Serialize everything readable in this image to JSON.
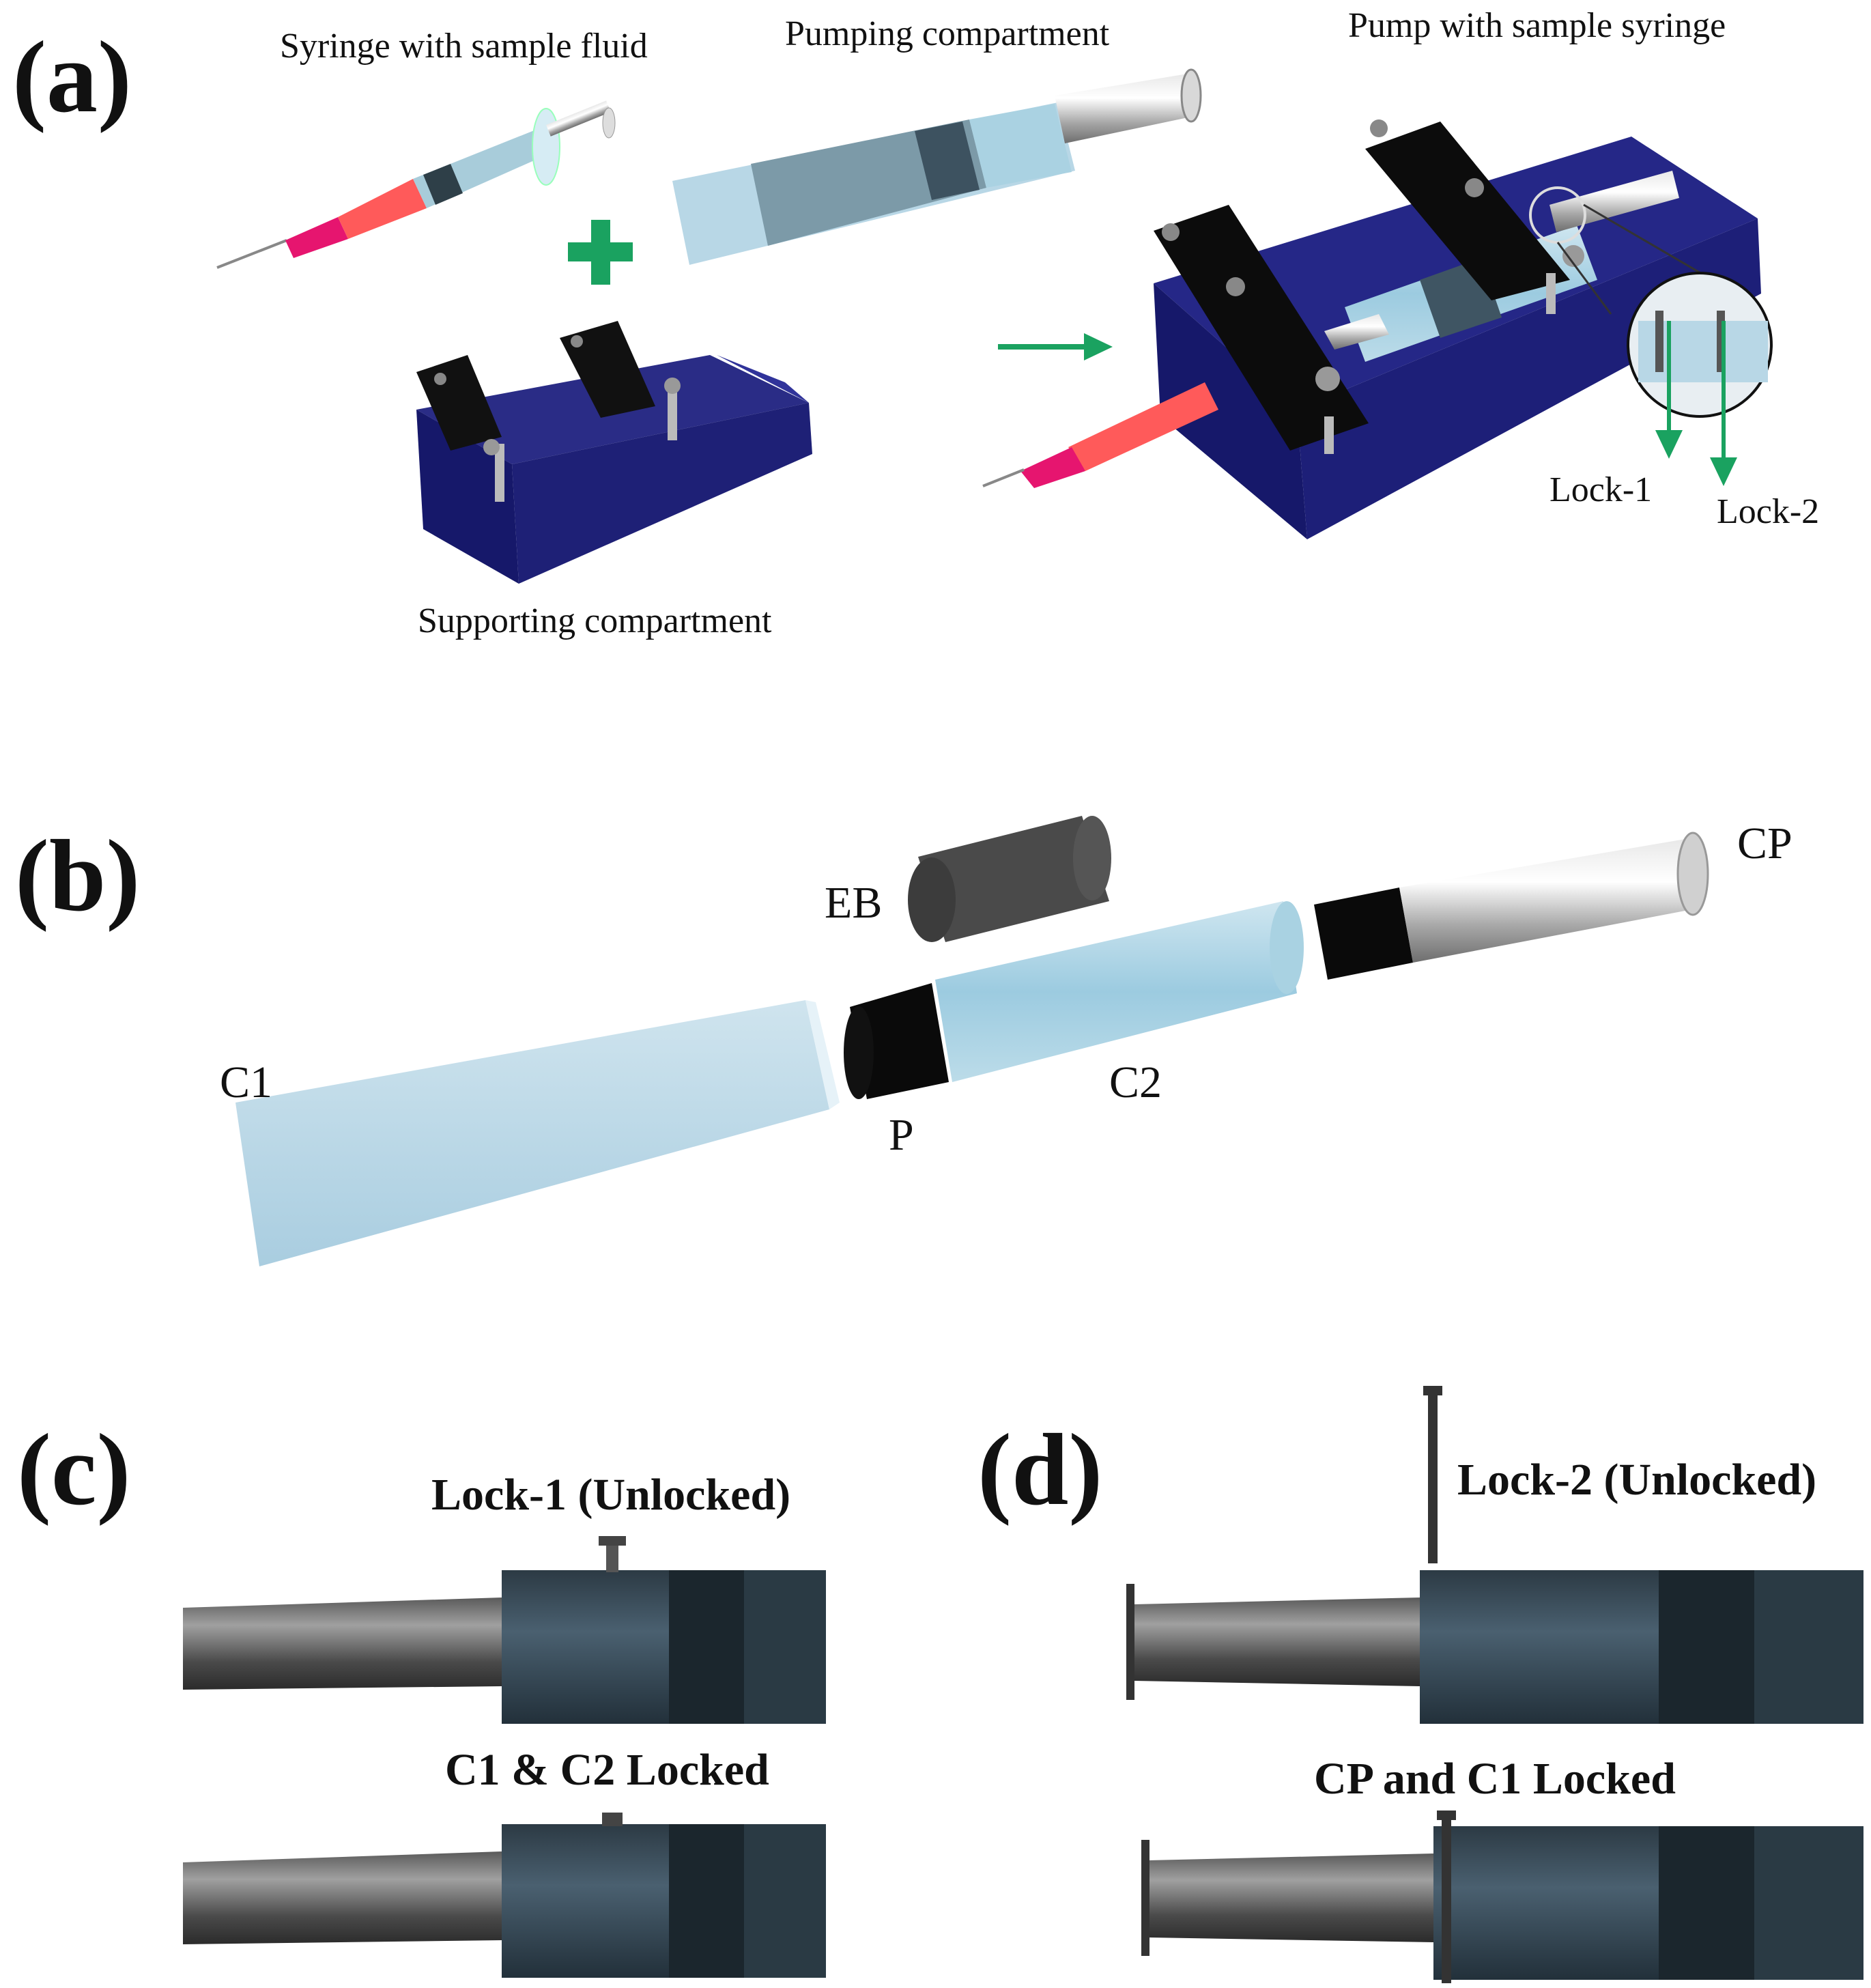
{
  "panels": {
    "a": "(a)",
    "b": "(b)",
    "c": "(c)",
    "d": "(d)"
  },
  "panel_a": {
    "syringe": "Syringe with sample fluid",
    "pumping": "Pumping compartment",
    "pump_with_syringe": "Pump with sample syringe",
    "supporting": "Supporting compartment",
    "lock1": "Lock-1",
    "lock2": "Lock-2"
  },
  "panel_b": {
    "cp": "CP",
    "eb": "EB",
    "c1": "C1",
    "c2": "C2",
    "p": "P"
  },
  "panel_c": {
    "lock1_unlocked": "Lock-1 (Unlocked)",
    "locked": "C1 & C2 Locked"
  },
  "panel_d": {
    "lock2_unlocked": "Lock-2 (Unlocked)",
    "locked": "CP and C1 Locked"
  },
  "colors": {
    "accent_green": "#1aa260",
    "base_blue": "#1c1f6b",
    "tube_blue": "#bcd9e8",
    "dark_metal": "#2f3b45"
  }
}
